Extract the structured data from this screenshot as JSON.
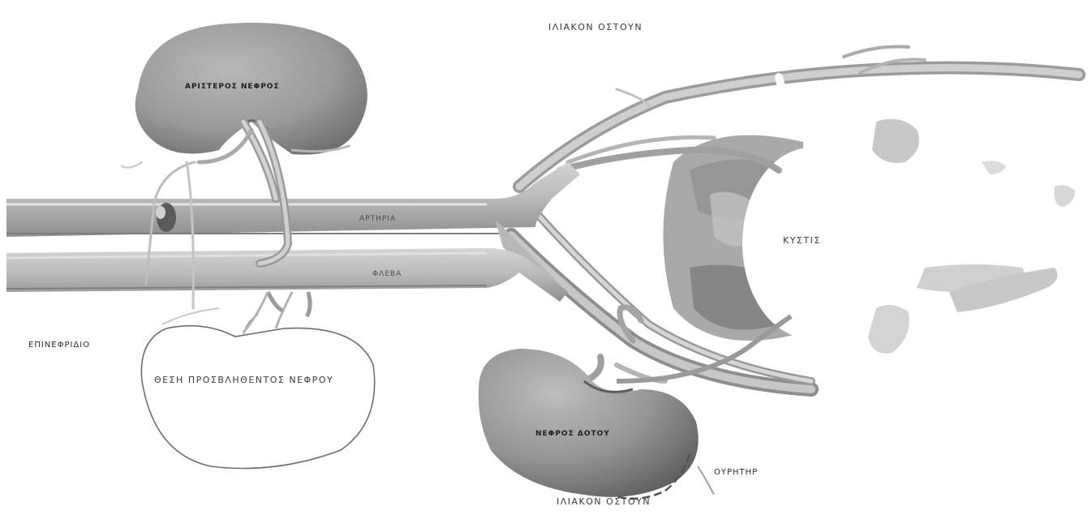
{
  "diagram": {
    "labels": {
      "iliac_bone_top": "ΙΛΙΑΚΟΝ ΟΣΤΟΥΝ",
      "left_kidney": "ΑΡΙΣΤΕΡΟΣ ΝΕΦΡΟΣ",
      "artery": "ΑΡΤΗΡΙΑ",
      "vein": "ΦΛΕΒΑ",
      "bladder": "ΚΥΣΤΙΣ",
      "adrenal": "ΕΠΙΝΕΦΡΙΔΙΟ",
      "affected_kidney_position": "ΘΕΣΗ ΠΡΟΣΒΛΗΘΕΝΤΟΣ ΝΕΦΡΟΥ",
      "donor_kidney": "ΝΕΦΡΟΣ ΔΟΤΟΥ",
      "ureter": "ΟΥΡΗΤΗΡ",
      "iliac_bone_bottom": "ΙΛΙΑΚΟΝ ΟΣΤΟΥΝ"
    },
    "colors": {
      "vessel": "#b9b9b9",
      "vessel_shadow": "#8f8f8f",
      "kidney": "#9c9c9c",
      "kidney_dark": "#6c6c6c",
      "bladder_wall": "#a8a8a8",
      "background": "#ffffff"
    }
  }
}
